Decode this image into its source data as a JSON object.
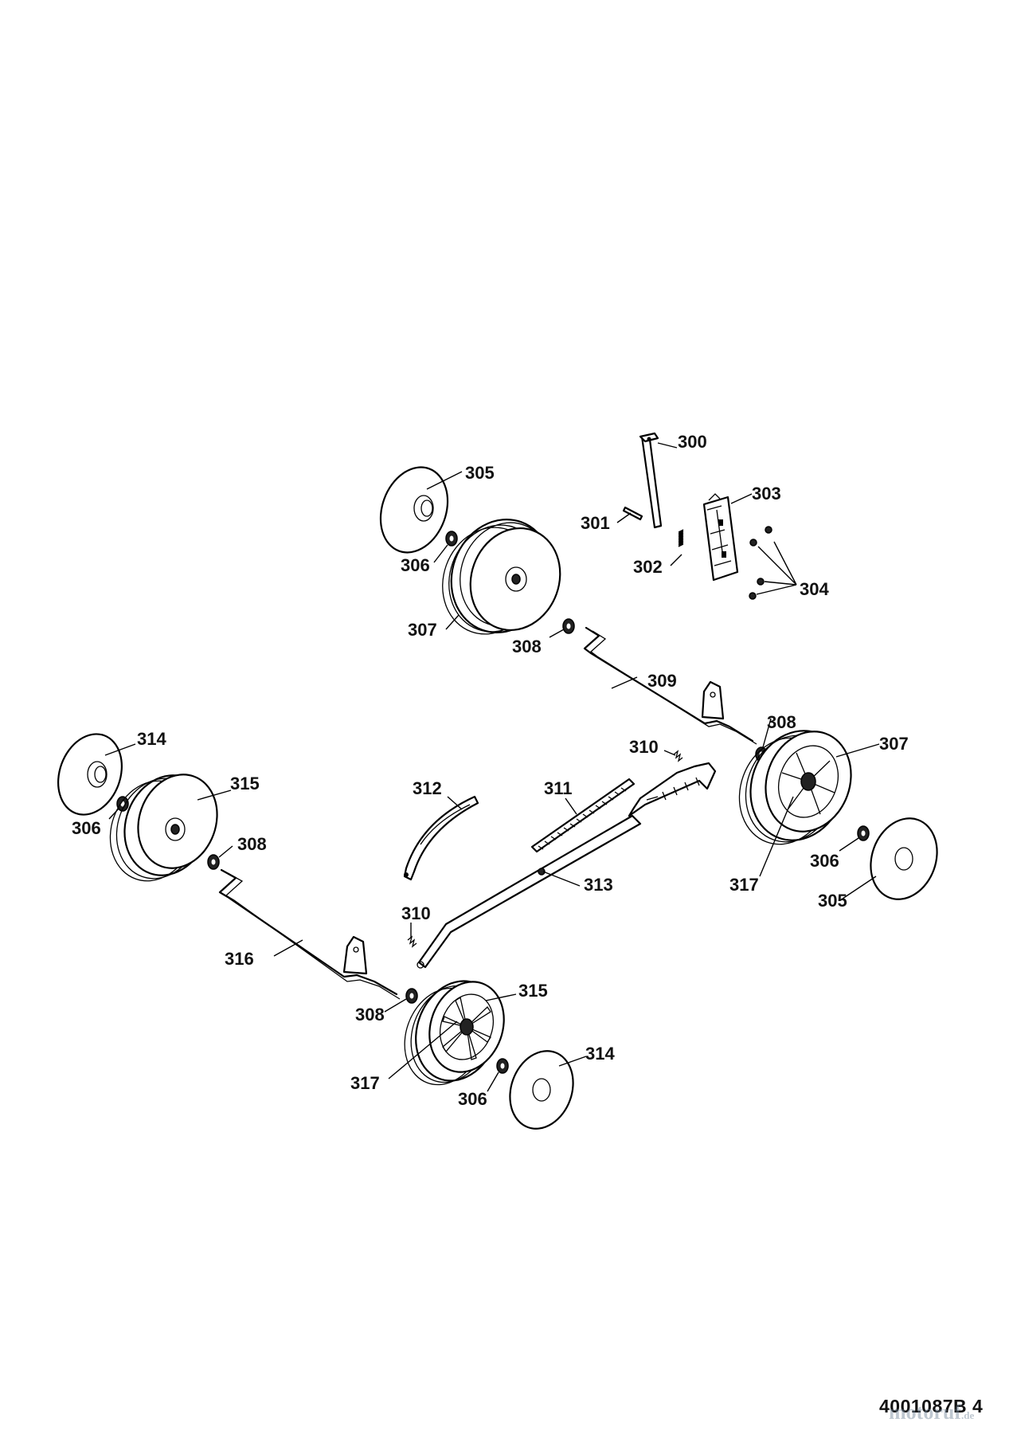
{
  "diagram": {
    "labels": {
      "p300": "300",
      "p301": "301",
      "p302": "302",
      "p303": "303",
      "p304": "304",
      "p305_a": "305",
      "p305_b": "305",
      "p306_a": "306",
      "p306_b": "306",
      "p306_c": "306",
      "p306_d": "306",
      "p307_a": "307",
      "p307_b": "307",
      "p308_a": "308",
      "p308_b": "308",
      "p308_c": "308",
      "p308_d": "308",
      "p309": "309",
      "p310_a": "310",
      "p310_b": "310",
      "p311": "311",
      "p312": "312",
      "p313": "313",
      "p314_a": "314",
      "p314_b": "314",
      "p315_a": "315",
      "p315_b": "315",
      "p316": "316",
      "p317_a": "317",
      "p317_b": "317"
    },
    "drawing_number": "4001087B 4",
    "watermark": {
      "brand": "motoruf",
      "tld": ".de"
    }
  }
}
